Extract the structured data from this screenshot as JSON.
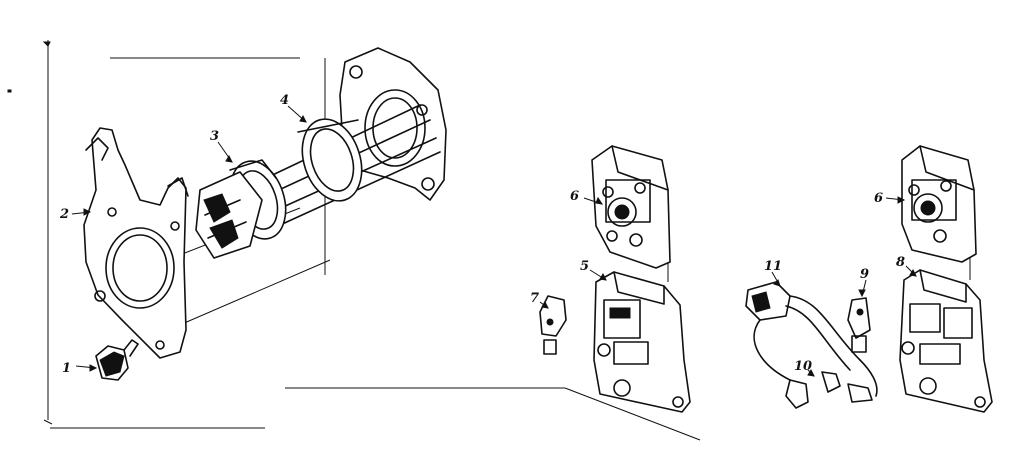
{
  "diagram": {
    "callouts": [
      {
        "id": "c1",
        "text": "1"
      },
      {
        "id": "c2",
        "text": "2"
      },
      {
        "id": "c3",
        "text": "3"
      },
      {
        "id": "c4",
        "text": "4"
      },
      {
        "id": "c5",
        "text": "5"
      },
      {
        "id": "c6a",
        "text": "6"
      },
      {
        "id": "c6b",
        "text": "6"
      },
      {
        "id": "c7",
        "text": "7"
      },
      {
        "id": "c8",
        "text": "8"
      },
      {
        "id": "c9",
        "text": "9"
      },
      {
        "id": "c10",
        "text": "10"
      },
      {
        "id": "c11",
        "text": "11"
      }
    ]
  }
}
